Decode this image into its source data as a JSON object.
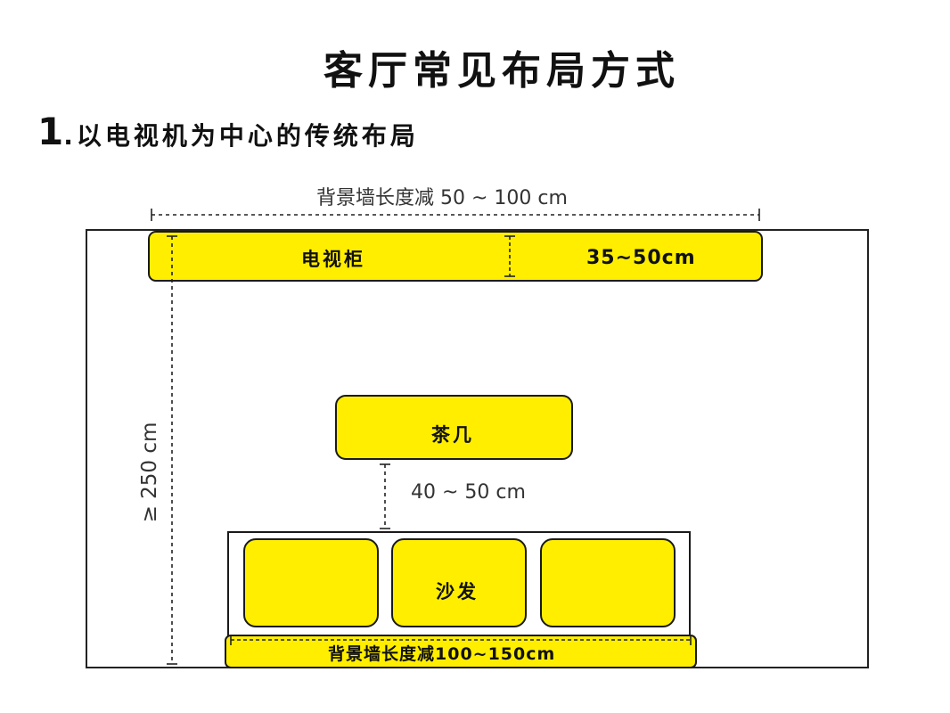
{
  "title": "客厅常见布局方式",
  "heading": {
    "number": "1",
    "text": ".以电视机为中心的传统布局"
  },
  "dimensions": {
    "back_wall_top": "背景墙长度减 50 ~ 100 cm",
    "tv_depth": "35~50cm",
    "room_depth": "≥ 250 cm",
    "table_gap": "40 ~ 50 cm",
    "back_wall_bottom": "背景墙长度减100~150cm"
  },
  "furniture": {
    "tv_cabinet": "电视柜",
    "coffee_table": "茶几",
    "sofa": "沙发"
  },
  "colors": {
    "furniture_fill": "#ffee00",
    "outline": "#1a1a1a"
  }
}
